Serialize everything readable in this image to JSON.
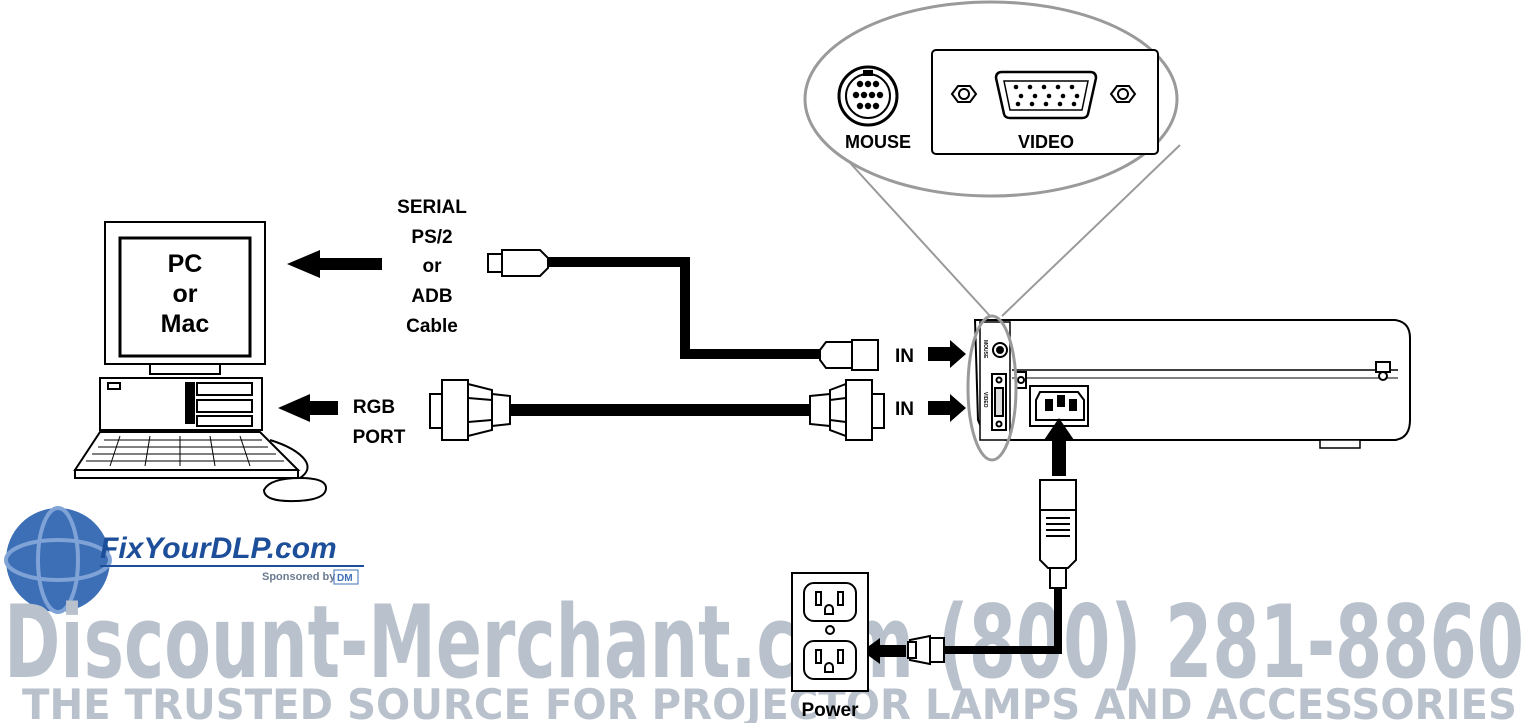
{
  "computer": {
    "screen_lines": [
      "PC",
      "or",
      "Mac"
    ]
  },
  "labels": {
    "serial_cable": [
      "SERIAL",
      "PS/2",
      "or",
      "ADB",
      "Cable"
    ],
    "rgb_port": [
      "RGB",
      "PORT"
    ],
    "in_mouse": "IN",
    "in_video": "IN",
    "power": "Power"
  },
  "zoom_panel": {
    "mouse_label": "MOUSE",
    "video_label": "VIDEO"
  },
  "projector": {
    "port_mouse_label": "MOUSE",
    "port_video_label": "VIDEO"
  },
  "watermark": {
    "site": "FixYourDLP.com",
    "sponsor": "Sponsored by",
    "sponsor_badge": "DM",
    "merchant": "Discount-Merchant.com (800) 281-8860",
    "tagline": "THE TRUSTED SOURCE FOR PROJECTOR LAMPS AND ACCESSORIES"
  },
  "colors": {
    "line": "#000000",
    "zoom_outline": "#9a9a9a",
    "watermark_text": "#b9c2cc",
    "watermark_globe": "#3d6fb6",
    "watermark_site": "#1d4e9a"
  }
}
